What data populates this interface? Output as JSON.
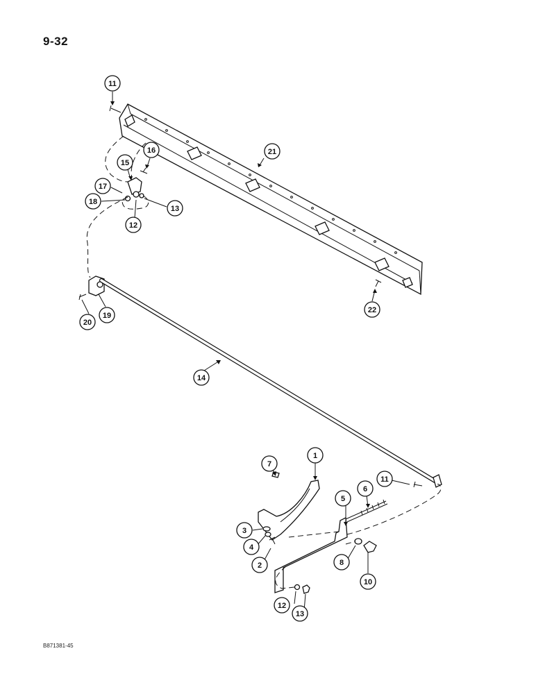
{
  "page": {
    "number": "9-32",
    "drawing_code": "B871381-45"
  },
  "callouts": [
    {
      "id": "c1",
      "label": "1"
    },
    {
      "id": "c2",
      "label": "2"
    },
    {
      "id": "c3",
      "label": "3"
    },
    {
      "id": "c4",
      "label": "4"
    },
    {
      "id": "c5",
      "label": "5"
    },
    {
      "id": "c6",
      "label": "6"
    },
    {
      "id": "c7",
      "label": "7"
    },
    {
      "id": "c8",
      "label": "8"
    },
    {
      "id": "c10",
      "label": "10"
    },
    {
      "id": "c11a",
      "label": "11"
    },
    {
      "id": "c11b",
      "label": "11"
    },
    {
      "id": "c12a",
      "label": "12"
    },
    {
      "id": "c12b",
      "label": "12"
    },
    {
      "id": "c13a",
      "label": "13"
    },
    {
      "id": "c13b",
      "label": "13"
    },
    {
      "id": "c14",
      "label": "14"
    },
    {
      "id": "c15",
      "label": "15"
    },
    {
      "id": "c16",
      "label": "16"
    },
    {
      "id": "c17",
      "label": "17"
    },
    {
      "id": "c18",
      "label": "18"
    },
    {
      "id": "c19",
      "label": "19"
    },
    {
      "id": "c20",
      "label": "20"
    },
    {
      "id": "c21",
      "label": "21"
    },
    {
      "id": "c22",
      "label": "22"
    }
  ]
}
